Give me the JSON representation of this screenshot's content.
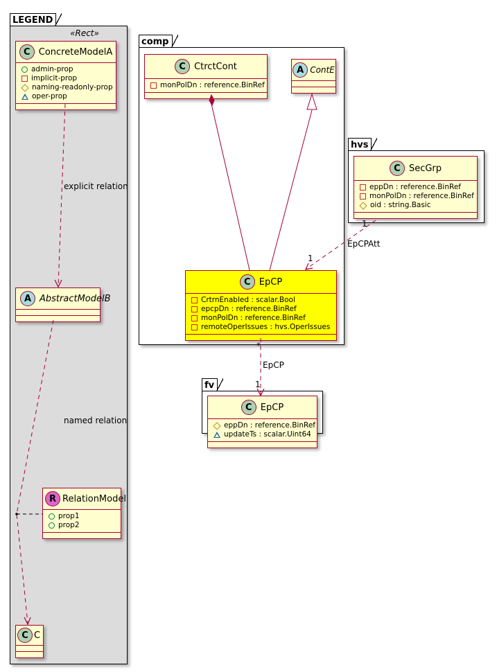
{
  "packages": {
    "legend": {
      "name": "LEGEND",
      "stereotype": "«Rect»"
    },
    "comp": {
      "name": "comp"
    },
    "hvs": {
      "name": "hvs"
    },
    "fv": {
      "name": "fv"
    }
  },
  "legend": {
    "concrete_model": {
      "badge": "C",
      "name": "ConcreteModelA",
      "attrs": [
        {
          "vis": "public",
          "text": "admin-prop"
        },
        {
          "vis": "private",
          "text": "implicit-prop"
        },
        {
          "vis": "protected",
          "text": "naming-readonly-prop"
        },
        {
          "vis": "package",
          "text": "oper-prop"
        }
      ]
    },
    "abstract_model": {
      "badge": "A",
      "name": "AbstractModelB"
    },
    "relation_model": {
      "badge": "R",
      "name": "RelationModel",
      "attrs": [
        {
          "vis": "public",
          "text": "prop1"
        },
        {
          "vis": "public",
          "text": "prop2"
        }
      ]
    },
    "c_model": {
      "badge": "C",
      "name": "C"
    },
    "explicit_relation_label": "explicit relation",
    "named_relation_label": "named relation"
  },
  "comp": {
    "ctrctcont": {
      "badge": "C",
      "name": "CtrctCont",
      "attrs": [
        {
          "vis": "private",
          "text": "monPolDn : reference.BinRef"
        }
      ]
    },
    "conte": {
      "badge": "A",
      "name": "ContE"
    },
    "epcp": {
      "badge": "C",
      "name": "EpCP",
      "attrs": [
        {
          "vis": "private",
          "text": "CrtrnEnabled : scalar.Bool"
        },
        {
          "vis": "private",
          "text": "epcpDn : reference.BinRef"
        },
        {
          "vis": "private",
          "text": "monPolDn : reference.BinRef"
        },
        {
          "vis": "private",
          "text": "remoteOperIssues : hvs.OperIssues"
        }
      ]
    }
  },
  "hvs": {
    "secgrp": {
      "badge": "C",
      "name": "SecGrp",
      "attrs": [
        {
          "vis": "private",
          "text": "eppDn : reference.BinRef"
        },
        {
          "vis": "private",
          "text": "monPolDn : reference.BinRef"
        },
        {
          "vis": "protected",
          "text": "oid : string.Basic"
        }
      ]
    }
  },
  "fv": {
    "epcp": {
      "badge": "C",
      "name": "EpCP",
      "attrs": [
        {
          "vis": "protected",
          "text": "eppDn : reference.BinRef"
        },
        {
          "vis": "package",
          "text": "updateTs : scalar.Uint64"
        }
      ]
    }
  },
  "relations": {
    "epcpatt": {
      "label": "EpCPAtt",
      "src_mult": "1",
      "dst_mult": "1"
    },
    "epcp_fv": {
      "label": "EpCP",
      "src_mult": "*",
      "dst_mult": "1"
    }
  },
  "colors": {
    "class_fill": "#fefece",
    "class_border": "#a80036",
    "highlight_fill": "#ffff00",
    "legend_fill": "#dcdcdc",
    "link": "#a80036"
  }
}
